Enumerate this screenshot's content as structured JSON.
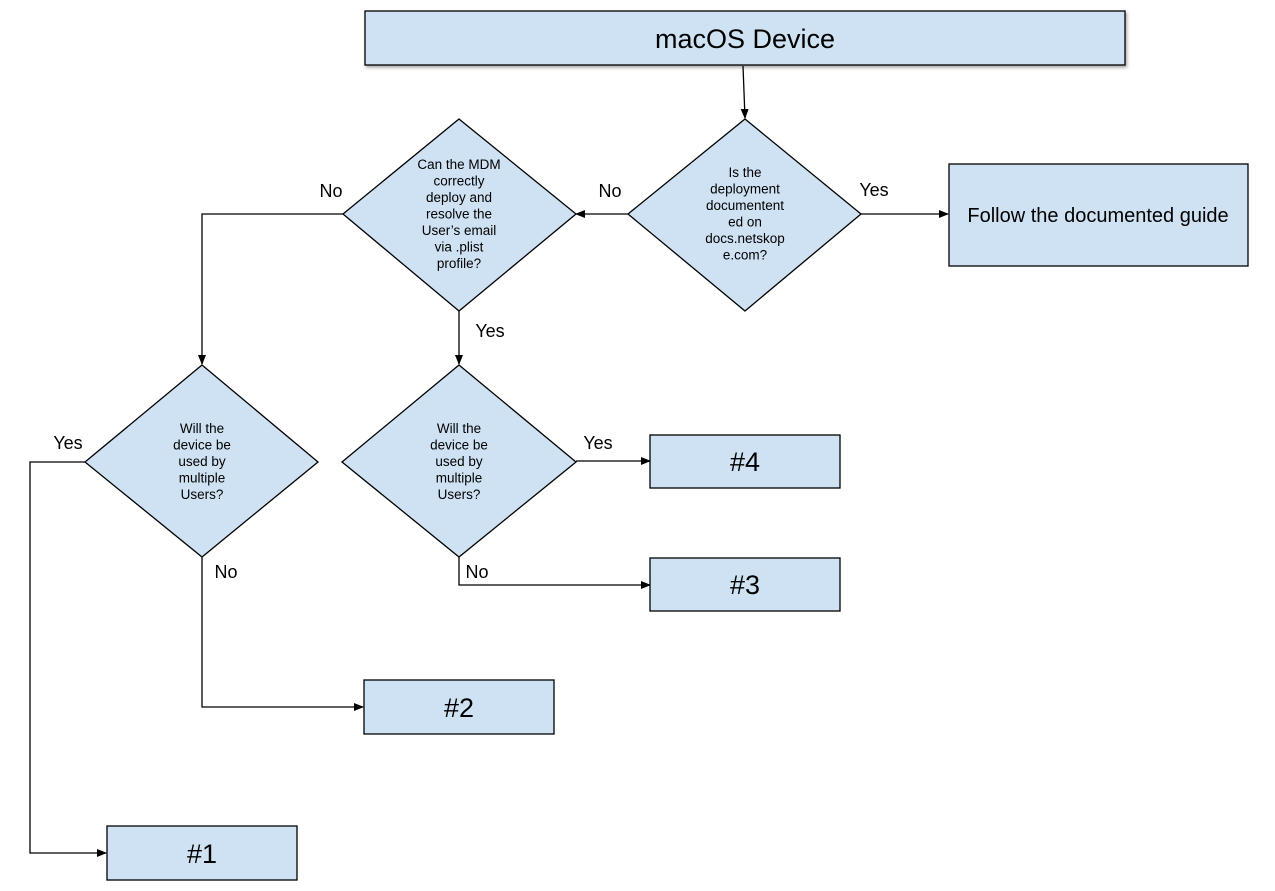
{
  "colors": {
    "node_fill": "#cfe2f3",
    "stroke": "#000000",
    "background": "#ffffff"
  },
  "nodes": {
    "start": {
      "label": "macOS Device"
    },
    "q_documented": {
      "lines": [
        "Is the",
        "deployment",
        "documentent",
        "ed on",
        "docs.netskop",
        "e.com?"
      ]
    },
    "follow_guide": {
      "label": "Follow the documented guide"
    },
    "q_mdm": {
      "lines": [
        "Can the MDM",
        "correctly",
        "deploy and",
        "resolve the",
        "User’s email",
        "via .plist",
        "profile?"
      ]
    },
    "q_multi_left": {
      "lines": [
        "Will the",
        "device be",
        "used by",
        "multiple",
        "Users?"
      ]
    },
    "q_multi_right": {
      "lines": [
        "Will the",
        "device be",
        "used by",
        "multiple",
        "Users?"
      ]
    },
    "out_1": {
      "label": "#1"
    },
    "out_2": {
      "label": "#2"
    },
    "out_3": {
      "label": "#3"
    },
    "out_4": {
      "label": "#4"
    }
  },
  "edge_labels": {
    "documented_yes": "Yes",
    "documented_no": "No",
    "mdm_no": "No",
    "mdm_yes": "Yes",
    "multi_left_yes": "Yes",
    "multi_left_no": "No",
    "multi_right_yes": "Yes",
    "multi_right_no": "No"
  }
}
